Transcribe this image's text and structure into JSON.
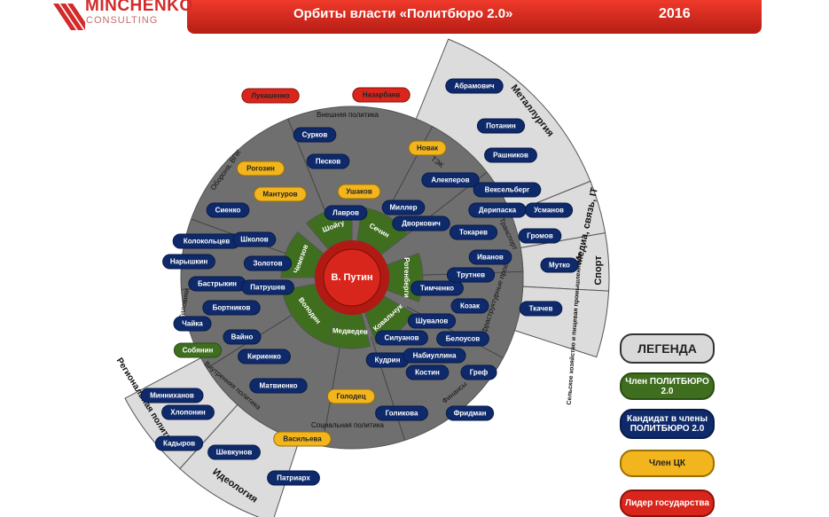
{
  "header": {
    "title": "Орбиты власти «Политбюро 2.0»",
    "year": "2016"
  },
  "logo": {
    "main": "MINCHENKO",
    "sub": "CONSULTING"
  },
  "colors": {
    "member": "#3f6e1f",
    "candidate": "#0f2a6b",
    "cc": "#f2b51e",
    "leader": "#d9261c",
    "ring": "#6f6f6f",
    "outer": "#dcdcdc"
  },
  "center": {
    "leader": "В. Путин"
  },
  "inner_ring": {
    "members": [
      "Шойгу",
      "Сечин",
      "Ротенберги",
      "Ковальчук",
      "Медведев",
      "Володин",
      "Чемезов"
    ]
  },
  "sectors": {
    "foreign": "Внешняя политика",
    "defense": "Оборона, ВПК",
    "fuel": "ТЭК",
    "transport": "Транспорт",
    "infra": "Инфраструктурные проекты",
    "finance": "Финансы",
    "social": "Социальная политика",
    "internal": "Внутренняя политика",
    "security": "Силовики"
  },
  "outer_sectors": {
    "metallurgy": "Металлургия",
    "media": "Медиа, связь, IT",
    "sport": "Спорт",
    "agri": "Сельское хозяйство и пищевая промышленность",
    "regional": "Региональная политика",
    "ideology": "Идеология"
  },
  "nodes": [
    {
      "name": "Лукашенко",
      "type": "leader"
    },
    {
      "name": "Назарбаев",
      "type": "leader"
    },
    {
      "name": "Сурков",
      "type": "candidate"
    },
    {
      "name": "Песков",
      "type": "candidate"
    },
    {
      "name": "Ушаков",
      "type": "cc"
    },
    {
      "name": "Лавров",
      "type": "candidate"
    },
    {
      "name": "Рогозин",
      "type": "cc"
    },
    {
      "name": "Мантуров",
      "type": "cc"
    },
    {
      "name": "Сиенко",
      "type": "candidate"
    },
    {
      "name": "Колокольцев",
      "type": "candidate"
    },
    {
      "name": "Школов",
      "type": "candidate"
    },
    {
      "name": "Нарышкин",
      "type": "candidate"
    },
    {
      "name": "Золотов",
      "type": "candidate"
    },
    {
      "name": "Бастрыкин",
      "type": "candidate"
    },
    {
      "name": "Патрушев",
      "type": "candidate"
    },
    {
      "name": "Бортников",
      "type": "candidate"
    },
    {
      "name": "Чайка",
      "type": "candidate"
    },
    {
      "name": "Собянин",
      "type": "member"
    },
    {
      "name": "Вайно",
      "type": "candidate"
    },
    {
      "name": "Кириенко",
      "type": "candidate"
    },
    {
      "name": "Матвиенко",
      "type": "candidate"
    },
    {
      "name": "Голодец",
      "type": "cc"
    },
    {
      "name": "Васильева",
      "type": "cc"
    },
    {
      "name": "Голикова",
      "type": "candidate"
    },
    {
      "name": "Кудрин",
      "type": "candidate"
    },
    {
      "name": "Силуанов",
      "type": "candidate"
    },
    {
      "name": "Белоусов",
      "type": "candidate"
    },
    {
      "name": "Набиуллина",
      "type": "candidate"
    },
    {
      "name": "Костин",
      "type": "candidate"
    },
    {
      "name": "Греф",
      "type": "candidate"
    },
    {
      "name": "Фридман",
      "type": "candidate"
    },
    {
      "name": "Шувалов",
      "type": "candidate"
    },
    {
      "name": "Козак",
      "type": "candidate"
    },
    {
      "name": "Тимченко",
      "type": "candidate"
    },
    {
      "name": "Трутнев",
      "type": "candidate"
    },
    {
      "name": "Иванов",
      "type": "candidate"
    },
    {
      "name": "Токарев",
      "type": "candidate"
    },
    {
      "name": "Дворкович",
      "type": "candidate"
    },
    {
      "name": "Миллер",
      "type": "candidate"
    },
    {
      "name": "Алекперов",
      "type": "candidate"
    },
    {
      "name": "Новак",
      "type": "cc"
    },
    {
      "name": "Абрамович",
      "type": "candidate"
    },
    {
      "name": "Потанин",
      "type": "candidate"
    },
    {
      "name": "Рашников",
      "type": "candidate"
    },
    {
      "name": "Вексельберг",
      "type": "candidate"
    },
    {
      "name": "Дерипаска",
      "type": "candidate"
    },
    {
      "name": "Усманов",
      "type": "candidate"
    },
    {
      "name": "Громов",
      "type": "candidate"
    },
    {
      "name": "Мутко",
      "type": "candidate"
    },
    {
      "name": "Ткачев",
      "type": "candidate"
    },
    {
      "name": "Минниханов",
      "type": "candidate"
    },
    {
      "name": "Хлопонин",
      "type": "candidate"
    },
    {
      "name": "Кадыров",
      "type": "candidate"
    },
    {
      "name": "Шевкунов",
      "type": "candidate"
    },
    {
      "name": "Патриарх",
      "type": "candidate"
    }
  ],
  "legend": {
    "title": "ЛЕГЕНДА",
    "member": "Член ПОЛИТБЮРО 2.0",
    "candidate": "Кандидат в члены ПОЛИТБЮРО 2.0",
    "cc": "Член ЦК",
    "leader": "Лидер государства"
  }
}
